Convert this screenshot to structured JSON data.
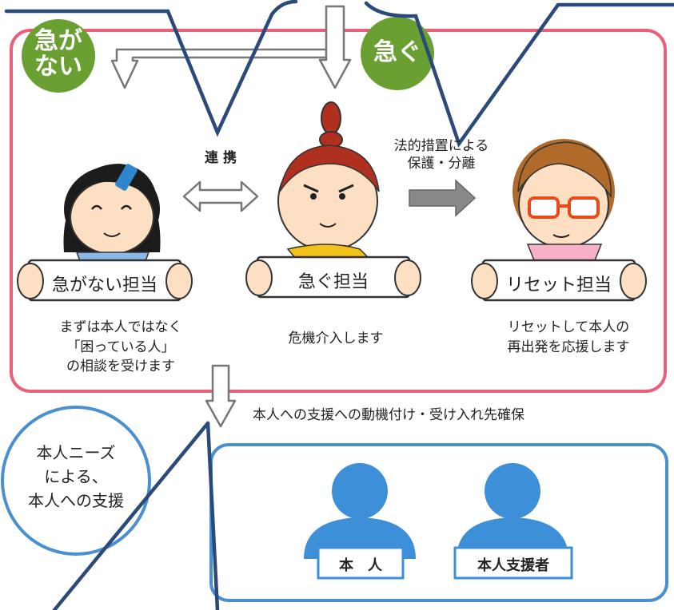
{
  "badges": {
    "not_urgent": [
      "急が",
      "ない"
    ],
    "urgent": "急ぐ"
  },
  "links": {
    "cooperation": "連 携",
    "legal_measures": [
      "法的措置による",
      "保護・分離"
    ]
  },
  "roles": [
    {
      "sign": "急がない担当",
      "caption": [
        "まずは本人ではなく",
        "「困っている人」",
        "の相談を受けます"
      ]
    },
    {
      "sign": "急ぐ担当",
      "caption": [
        "危機介入します"
      ]
    },
    {
      "sign": "リセット担当",
      "caption": [
        "リセットして本人の",
        "再出発を応援します"
      ]
    }
  ],
  "motivation_text": "本人への支援への動機付け・受け入れ先確保",
  "needs_circle": [
    "本人ニーズ",
    "による、",
    "本人への支援"
  ],
  "persons": [
    {
      "label": "本　人"
    },
    {
      "label": "本人支援者"
    }
  ],
  "colors": {
    "pink_frame": "#e9607a",
    "green_badge": "#6aa032",
    "blue_frame": "#4a90d0",
    "blue_person": "#3d8fd8",
    "navy_lines": "#2b4a7a",
    "gray_arrow": "#888888"
  }
}
